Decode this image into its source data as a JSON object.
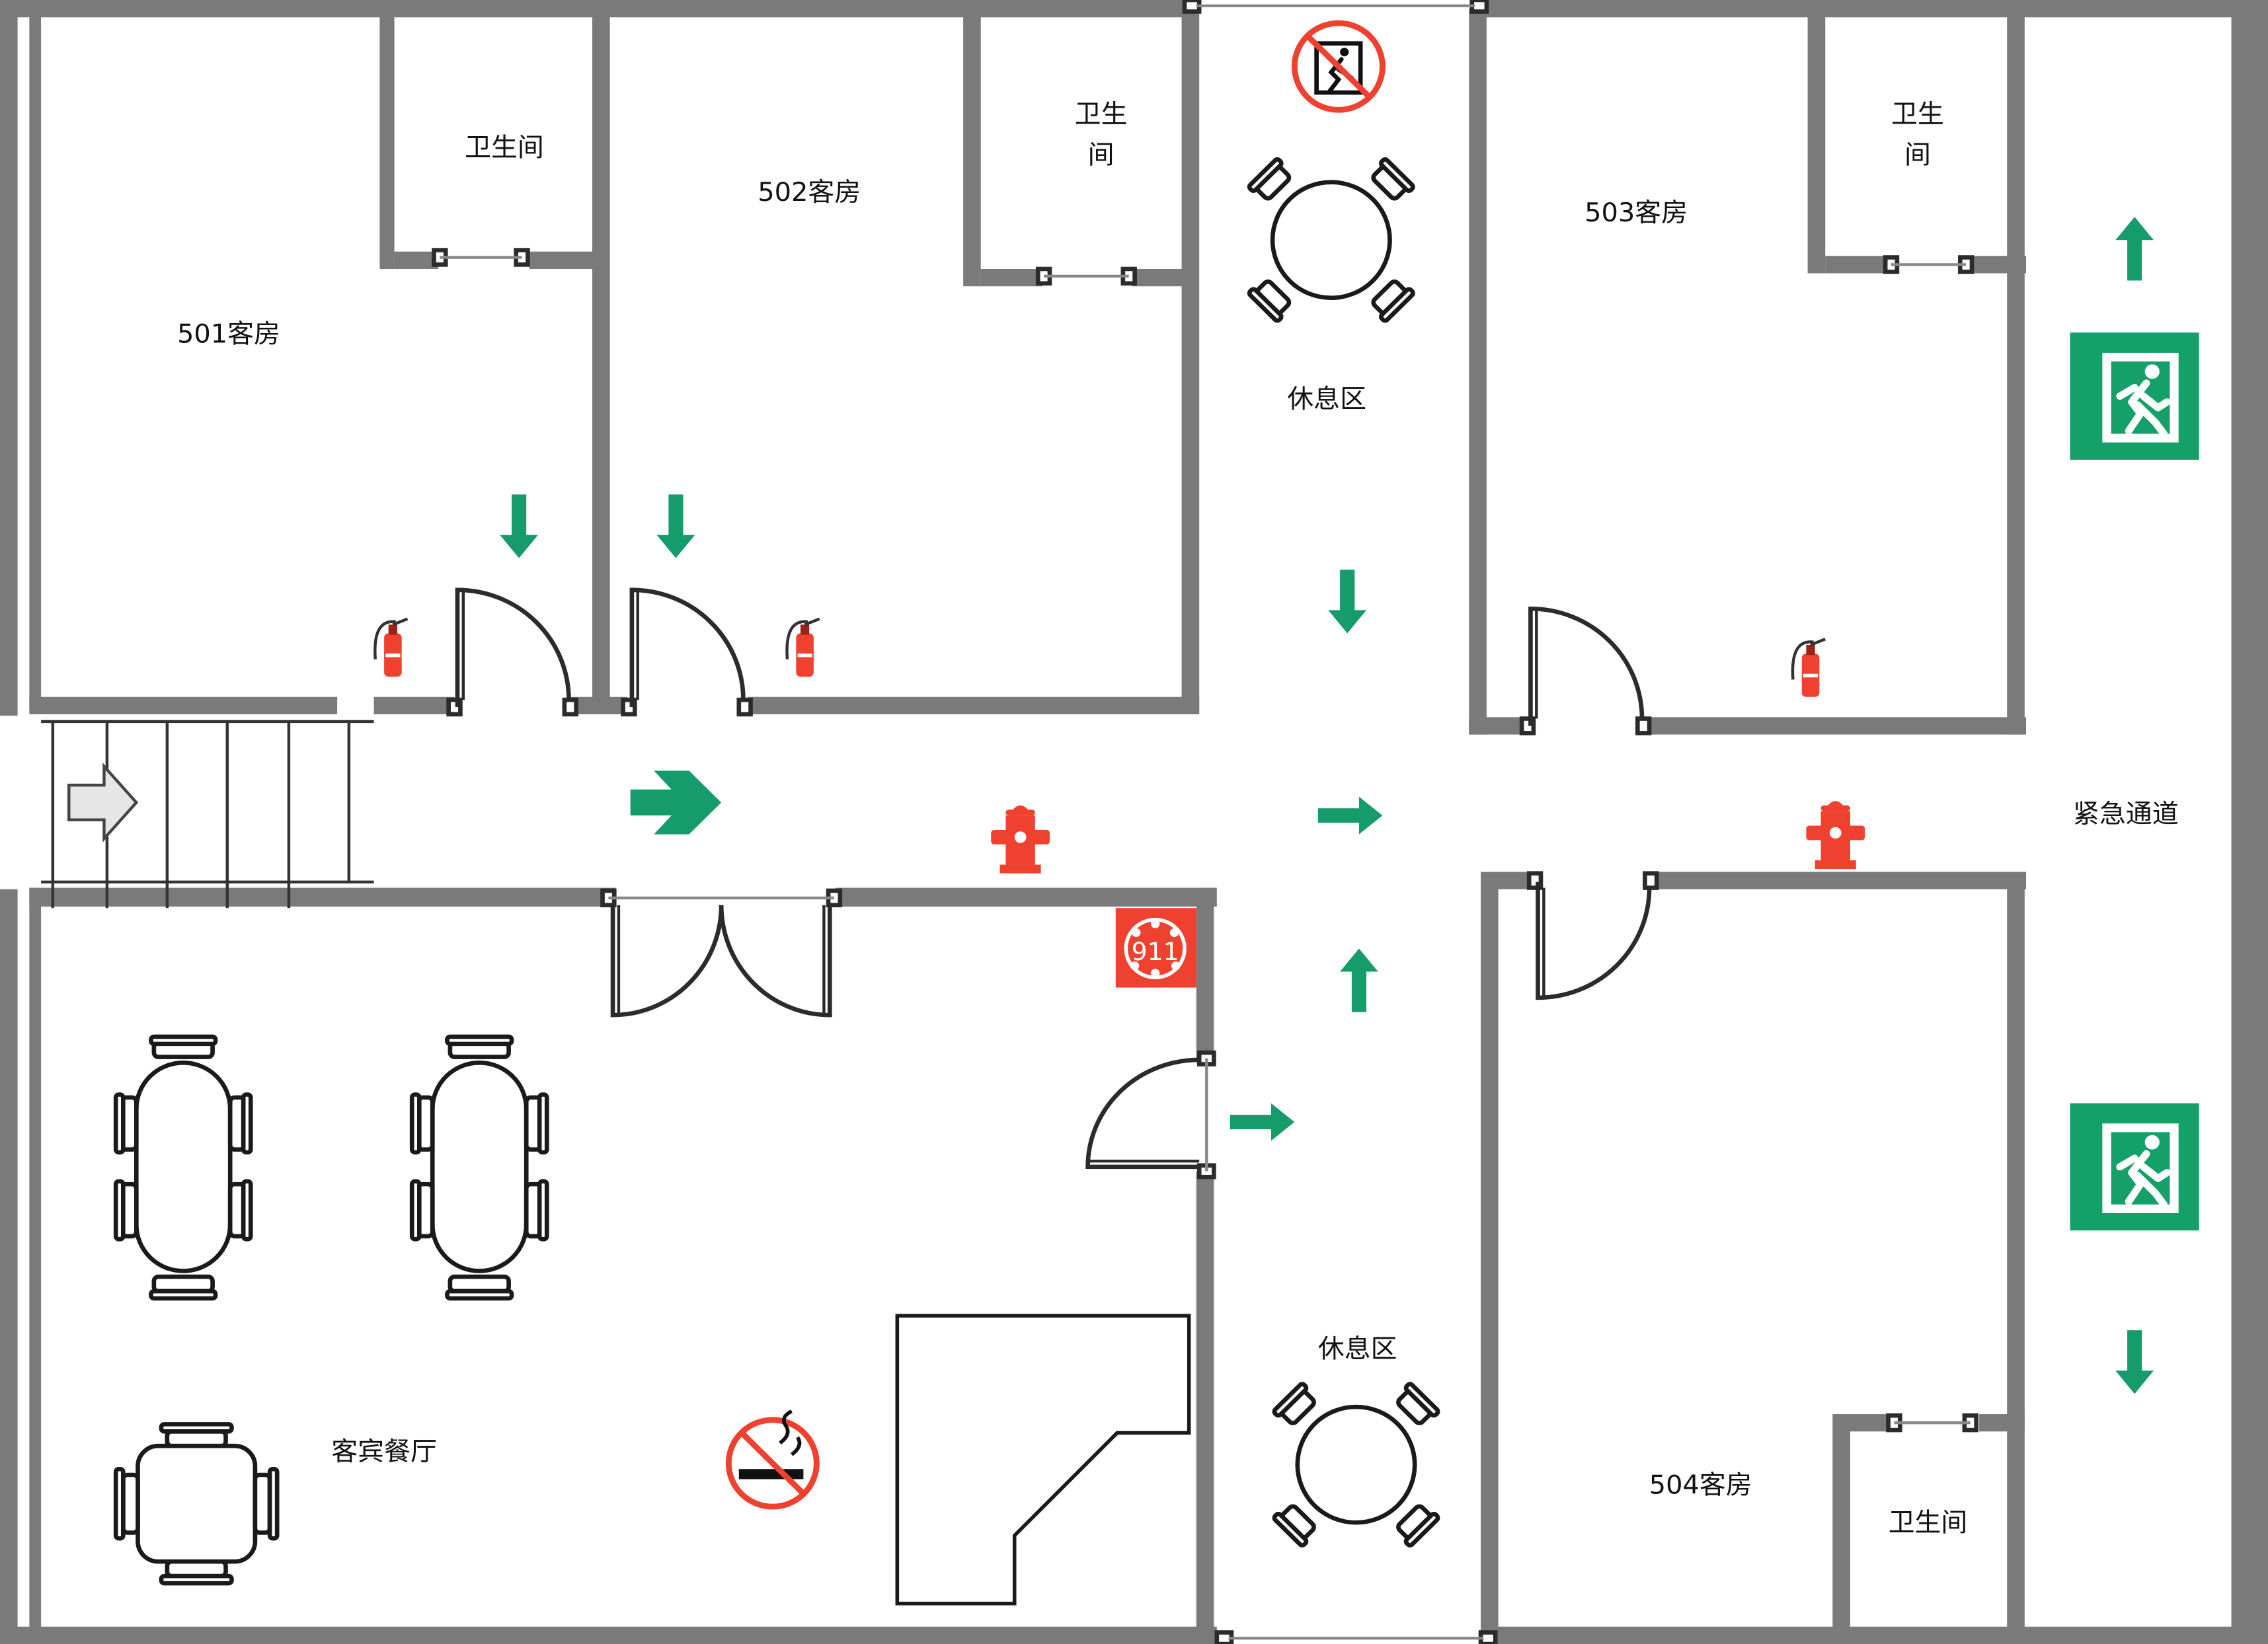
{
  "rooms": {
    "room_501": "501客房",
    "room_502": "502客房",
    "room_503": "503客房",
    "room_504": "504客房",
    "bathroom_501": "卫生间",
    "bathroom_502_line1": "卫生",
    "bathroom_502_line2": "间",
    "bathroom_503_line1": "卫生",
    "bathroom_503_line2": "间",
    "bathroom_504": "卫生间",
    "lounge_north": "休息区",
    "lounge_south": "休息区",
    "dining_hall": "客宾餐厅",
    "emergency_passage": "紧急通道"
  },
  "signs": {
    "emergency_phone": "911"
  },
  "colors": {
    "wall": "#7a7a7a",
    "arrow": "#169b6b",
    "exit_sign": "#15a06a",
    "fire_red": "#ee4130",
    "stair_arrow": "#e6e6e6"
  },
  "icons": {
    "fire_extinguisher": "fire-extinguisher-icon",
    "fire_hydrant": "fire-hydrant-icon",
    "exit_sign": "emergency-exit-icon",
    "no_escape": "no-exit-icon",
    "no_smoking": "no-smoking-icon",
    "phone": "emergency-phone-icon"
  }
}
